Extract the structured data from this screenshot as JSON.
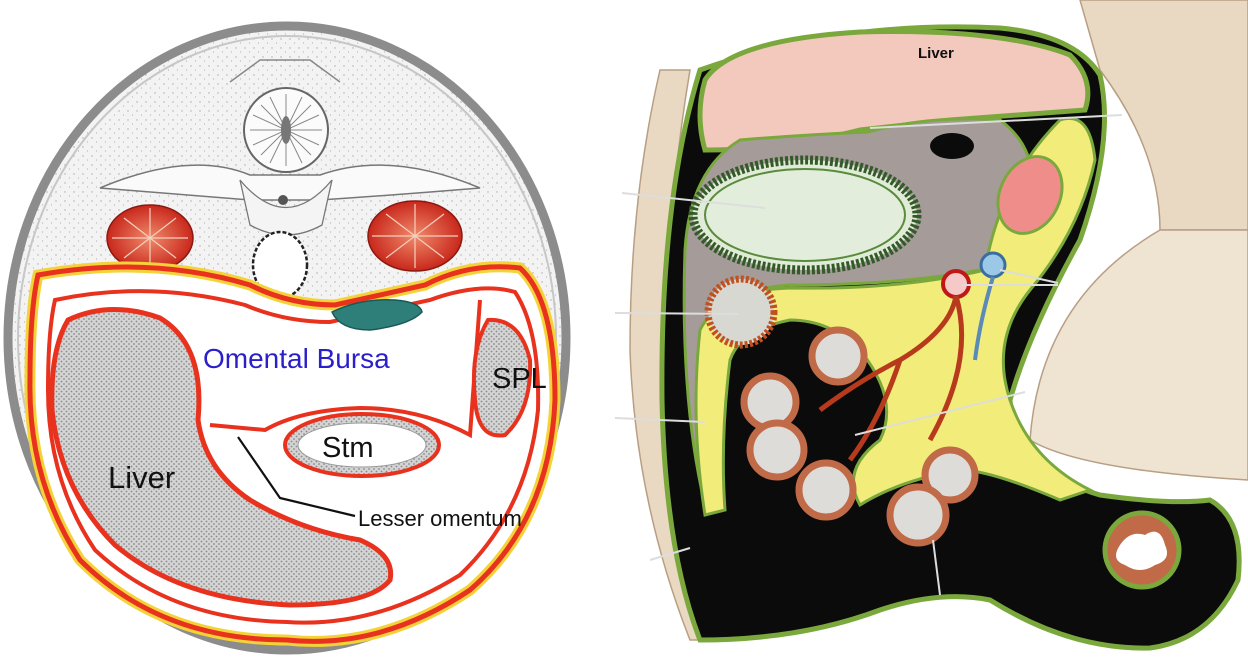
{
  "left_panel": {
    "labels": {
      "omental_bursa": "Omental Bursa",
      "spleen": "SPL",
      "stomach": "Stm",
      "liver": "Liver",
      "lesser_omentum": "Lesser omentum"
    }
  },
  "right_panel": {
    "labels": {
      "liver": "Liver"
    }
  },
  "colors": {
    "peritoneum_red": "#e8321e",
    "peritoneum_yellow": "#f4d23a",
    "omental_bursa_text": "#2a1fc9",
    "kidney_red": "#d23a2a",
    "pancreas_teal": "#2e7f7a",
    "liver_pink": "#f3c9bd",
    "mesentery_yellow": "#f2ec7a",
    "cavity_black": "#0b0b0b",
    "membrane_green": "#7aa83c",
    "stomach_gray": "#a59c9a",
    "body_wall_tan": "#e9d9c2"
  }
}
